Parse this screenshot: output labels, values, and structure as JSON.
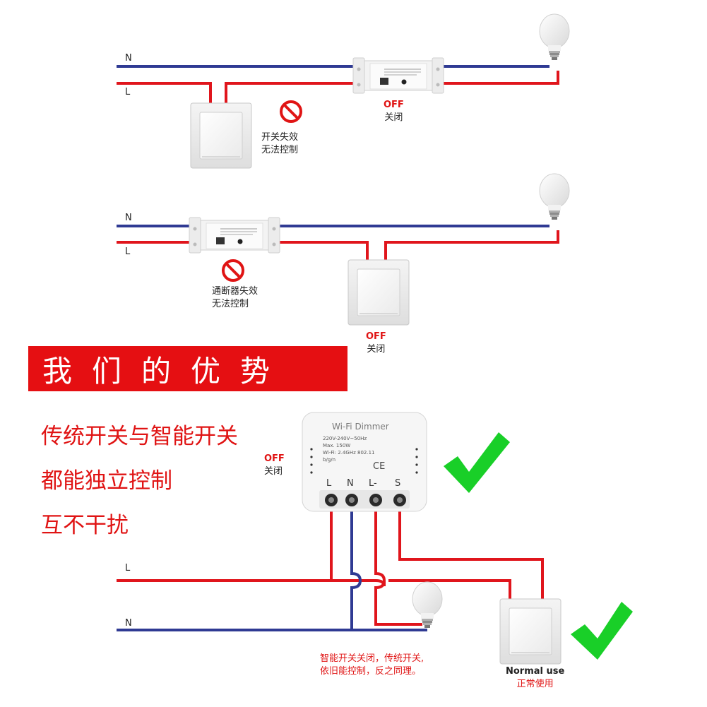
{
  "wire_labels": {
    "neutral": "N",
    "live": "L"
  },
  "colors": {
    "neutral_wire": "#2f3a93",
    "live_wire": "#e0151c",
    "banner": "#e50f12",
    "check": "#19cf28",
    "text_red": "#e01414"
  },
  "icons": [
    "prohibited-icon",
    "light-bulb-icon",
    "check-mark-icon",
    "wall-switch-icon",
    "smart-breaker-icon",
    "dimmer-module-icon"
  ],
  "diagram1": {
    "status_en": "OFF",
    "status_zh": "关闭",
    "warning_line1": "开关失效",
    "warning_line2": "无法控制"
  },
  "diagram2": {
    "status_en": "OFF",
    "status_zh": "关闭",
    "warning_line1": "通断器失效",
    "warning_line2": "无法控制"
  },
  "banner": {
    "title": "我们的优势"
  },
  "advantages": [
    "传统开关与智能开关",
    "都能独立控制",
    "互不干扰"
  ],
  "dimmer": {
    "title": "Wi-Fi  Dimmer",
    "spec_voltage": "220V-240V~50Hz",
    "spec_power": "Max. 150W",
    "spec_wifi": "Wi-Fi: 2.4GHz 802.11",
    "spec_wifi2": "b/g/n",
    "cert": "CE",
    "terminals": [
      "L",
      "N",
      "L-",
      "S"
    ],
    "status_en": "OFF",
    "status_zh": "关闭"
  },
  "diagram3": {
    "note_line1": "智能开关关闭，传统开关,",
    "note_line2": "依旧能控制，反之同理。",
    "switch_en": "Normal use",
    "switch_zh": "正常使用"
  }
}
